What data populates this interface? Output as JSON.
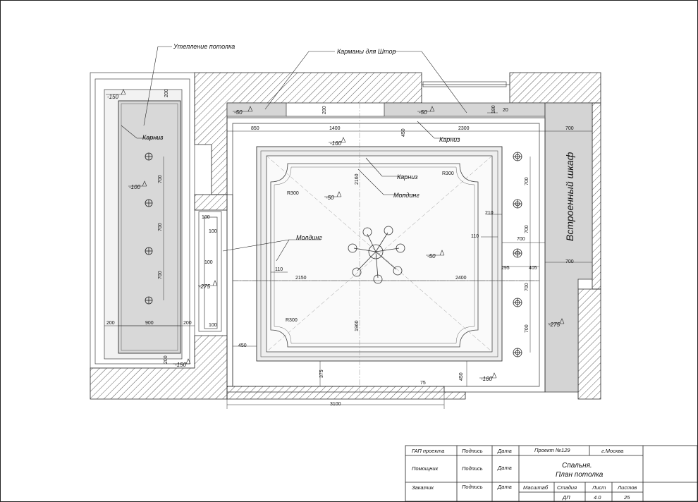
{
  "labels": {
    "insulation": "Утепление потолка",
    "curtain_pockets": "Карманы для Штор",
    "cornice_left": "Карниз",
    "cornice_top": "Карниз",
    "cornice_inner": "Карниз",
    "molding_inner": "Молдинг",
    "molding_left": "Молдинг",
    "wardrobe": "Встроенный шкаф"
  },
  "levels": {
    "l150a": "-150",
    "l150b": "-150",
    "l100": "-100",
    "l50a": "-50",
    "l50b": "-50",
    "l50c": "-50",
    "l50d": "-50",
    "l160a": "-160",
    "l160b": "-160",
    "l275a": "-275",
    "l275b": "-275"
  },
  "dims": {
    "d200a": "200",
    "d700a": "700",
    "d700b": "700",
    "d700c": "700",
    "d200b": "200",
    "d900": "900",
    "d200c": "200",
    "d200d": "200",
    "d100a": "100",
    "d100b": "100",
    "d100c": "100",
    "d100d": "100",
    "d850": "850",
    "d1400": "1400",
    "d450a": "450",
    "d2300": "2300",
    "d700top": "700",
    "d200e": "200",
    "d180": "180",
    "d20": "20",
    "d2160": "2160",
    "d1960": "1960",
    "d110a": "110",
    "d110b": "110",
    "d210": "210",
    "d2150": "2150",
    "d2400": "2400",
    "d450b": "450",
    "d375": "375",
    "d450c": "450",
    "d75": "75",
    "d3100": "3100",
    "d295": "295",
    "d405": "405",
    "d700r1": "700",
    "d700r2": "700",
    "d700r3": "700",
    "d700r4": "700",
    "d700r5": "700",
    "r300a": "R300",
    "r300b": "R300",
    "r300c": "R300"
  },
  "title_block": {
    "gap": "ГАП проекта",
    "sign1": "Подпись",
    "date1": "Дата",
    "project": "Проект №129",
    "city": "г.Москва",
    "helper": "Помощник",
    "sign2": "Подпись",
    "date2": "Дата",
    "drawing_title1": "Спальня.",
    "drawing_title2": "План потолка",
    "client": "Заказчик",
    "sign3": "Подпись",
    "date3": "Дата",
    "scale_h": "Масштаб",
    "stage_h": "Стадия",
    "sheet_h": "Лист",
    "sheets_h": "Листов",
    "stage": "ДП",
    "sheet": "4.0",
    "sheets": "25"
  }
}
